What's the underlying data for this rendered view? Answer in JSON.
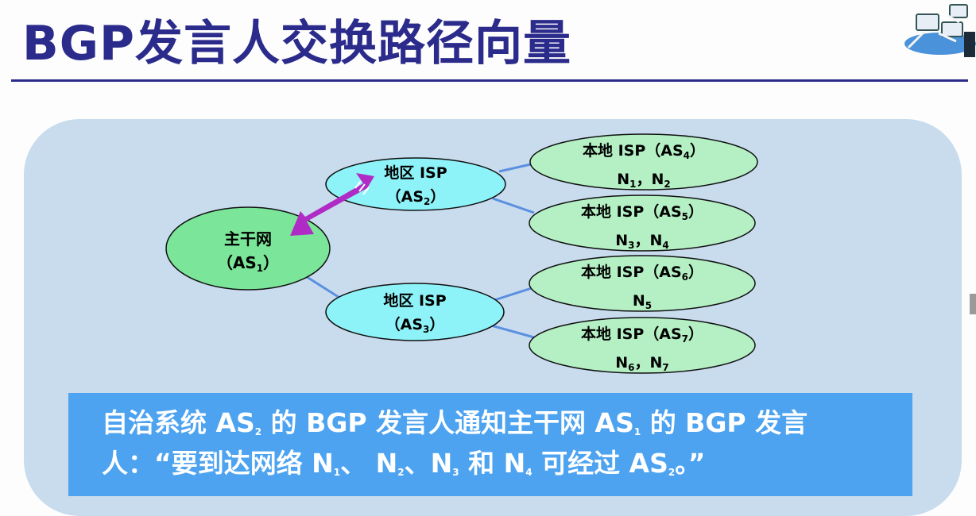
{
  "title": "BGP发言人交换路径向量",
  "nodes": {
    "backbone": {
      "line1": "主干网",
      "line2_pre": "（AS",
      "line2_sub": "1",
      "line2_post": "）"
    },
    "region2": {
      "line1": "地区 ISP",
      "line2_pre": "（AS",
      "line2_sub": "2",
      "line2_post": "）"
    },
    "region3": {
      "line1": "地区 ISP",
      "line2_pre": "（AS",
      "line2_sub": "3",
      "line2_post": "）"
    },
    "local4": {
      "line1_pre": "本地 ISP（AS",
      "line1_sub": "4",
      "line1_post": "）",
      "net_a": "N",
      "net_a_sub": "1",
      "sep": "，",
      "net_b": "N",
      "net_b_sub": "2"
    },
    "local5": {
      "line1_pre": "本地 ISP（AS",
      "line1_sub": "5",
      "line1_post": "）",
      "net_a": "N",
      "net_a_sub": "3",
      "sep": "，",
      "net_b": "N",
      "net_b_sub": "4"
    },
    "local6": {
      "line1_pre": "本地 ISP（AS",
      "line1_sub": "6",
      "line1_post": "）",
      "net_a": "N",
      "net_a_sub": "5"
    },
    "local7": {
      "line1_pre": "本地 ISP（AS",
      "line1_sub": "7",
      "line1_post": "）",
      "net_a": "N",
      "net_a_sub": "6",
      "sep": "，",
      "net_b": "N",
      "net_b_sub": "7"
    }
  },
  "caption": {
    "l1_a": "自治系统 AS",
    "l1_a_sub": "2",
    "l1_b": " 的 BGP 发言人通知主干网 AS",
    "l1_b_sub": "1",
    "l1_c": " 的 BGP 发言",
    "l2_a": "人：“要到达网络 N",
    "l2_a_sub": "1",
    "l2_b": "、 N",
    "l2_b_sub": "2",
    "l2_c": "、N",
    "l2_c_sub": "3",
    "l2_d": " 和 N",
    "l2_d_sub": "4",
    "l2_e": " 可经过 AS",
    "l2_e_sub": "2",
    "l2_f": "。”"
  },
  "colors": {
    "title": "#2b2b8c",
    "backbone_fill": "#7be69a",
    "region_fill": "#8ef3f8",
    "local_fill": "#b4f0c4",
    "arrow": "#b02bc6",
    "link": "#5b8fe0",
    "caption_bg": "#4da3f0"
  },
  "icons": [
    "network-computers-icon",
    "advertise-arrow-icon"
  ]
}
